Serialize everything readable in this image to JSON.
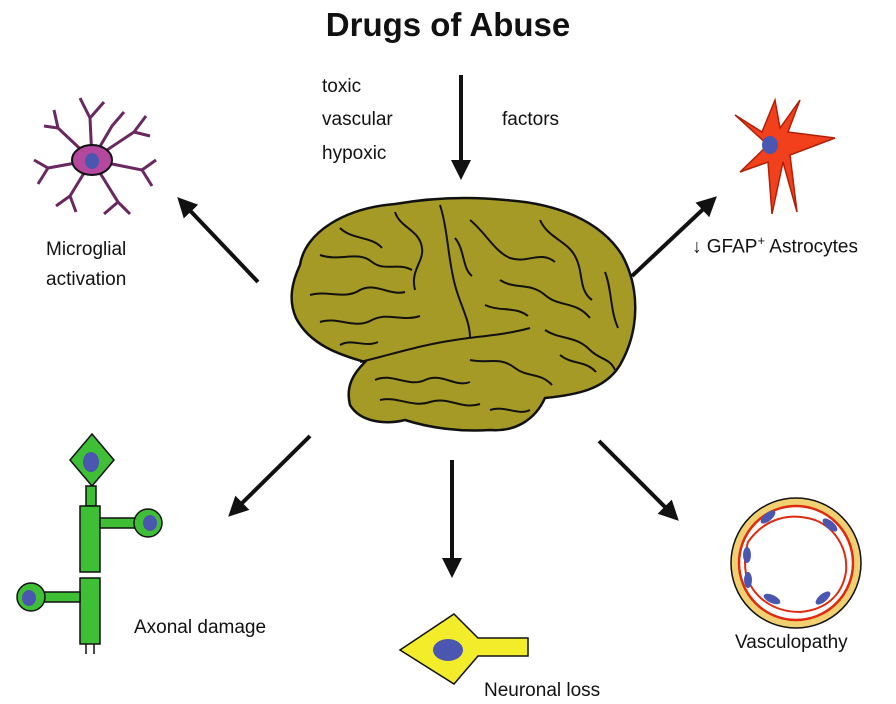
{
  "title": "Drugs of Abuse",
  "input_factors": [
    "toxic",
    "vascular",
    "hypoxic"
  ],
  "factors_label": "factors",
  "outcomes": {
    "microglia": [
      "Microglial",
      "activation"
    ],
    "astrocytes": {
      "arrow": "↓",
      "label": "GFAP",
      "superscript": "+",
      "suffix": " Astrocytes"
    },
    "axonal": "Axonal damage",
    "neuronal": "Neuronal loss",
    "vascular": "Vasculopathy"
  },
  "colors": {
    "brain_fill": "#a69a27",
    "microglia": "#b4479e",
    "astrocyte": "#f2401d",
    "axon_neuron": "#3fbf35",
    "neuron": "#f3ec2b",
    "nucleus": "#4a56b0",
    "vessel_wall": "#e02a10",
    "vessel_ring": "#f0d070"
  }
}
